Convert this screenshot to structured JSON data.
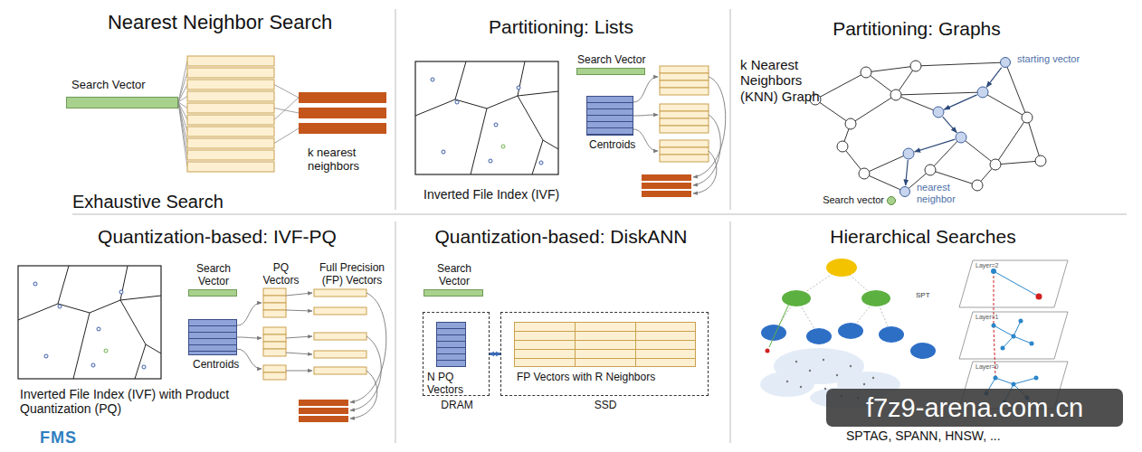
{
  "diagram": {
    "nodes": [
      {
        "text": [
          "Search Vector"
        ]
      },
      {
        "text": [
          "k nearest neighbors"
        ]
      },
      {
        "text": [
          "Search Vector"
        ]
      },
      {
        "text": [
          "Centroids"
        ]
      },
      {
        "text": [
          "starting vector"
        ]
      },
      {
        "text": [
          "nearest neighbor"
        ]
      },
      {
        "text": [
          "Search vector"
        ]
      },
      {
        "text": [
          "Search Vector"
        ]
      },
      {
        "text": [
          "Centroids"
        ]
      },
      {
        "text": [
          "Search Vector"
        ]
      },
      {
        "text": [
          "DRAM"
        ]
      },
      {
        "text": [
          "N PQ Vectors"
        ],
        "in": 10
      },
      {
        "text": [
          "SSD"
        ]
      },
      {
        "text": [
          "FP Vectors with R Neighbors"
        ],
        "in": 12
      }
    ],
    "edges": [
      {
        "from": 10,
        "to": 12,
        "arrow": "both"
      }
    ],
    "labels": [
      "Nearest Neighbor Search",
      "Exhaustive Search",
      "Partitioning: Lists",
      "Inverted File Index (IVF)",
      "Partitioning: Graphs",
      "k Nearest Neighbors (KNN) Graph",
      "Quantization-based: IVF-PQ",
      "PQ Vectors",
      "Full Precision (FP) Vectors",
      "Inverted File Index (IVF) with Product Quantization (PQ)",
      "Quantization-based: DiskANN",
      "Hierarchical Searches",
      "SPT",
      "Layer=2",
      "Layer=1",
      "Layer=0",
      "SPTAG, SPANN, HNSW, ...",
      "FMS",
      "f7z9-arena.com.cn"
    ]
  }
}
